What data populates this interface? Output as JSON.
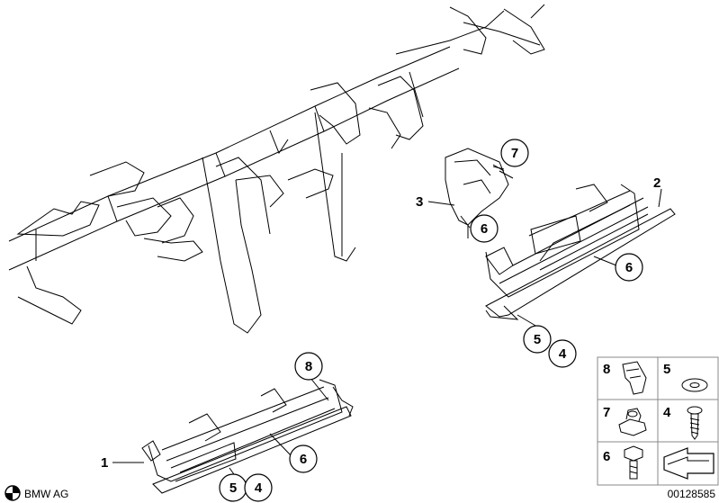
{
  "callouts": {
    "c1": "1",
    "c2": "2",
    "c3": "3",
    "c4a": "4",
    "c4b": "4",
    "c5a": "5",
    "c5b": "5",
    "c6a": "6",
    "c6b": "6",
    "c6c": "6",
    "c7": "7",
    "c8": "8"
  },
  "legend": {
    "l8": "8",
    "l5": "5",
    "l7": "7",
    "l4": "4",
    "l6": "6"
  },
  "footer": {
    "brand": "BMW AG",
    "diagram_id": "00128585"
  }
}
